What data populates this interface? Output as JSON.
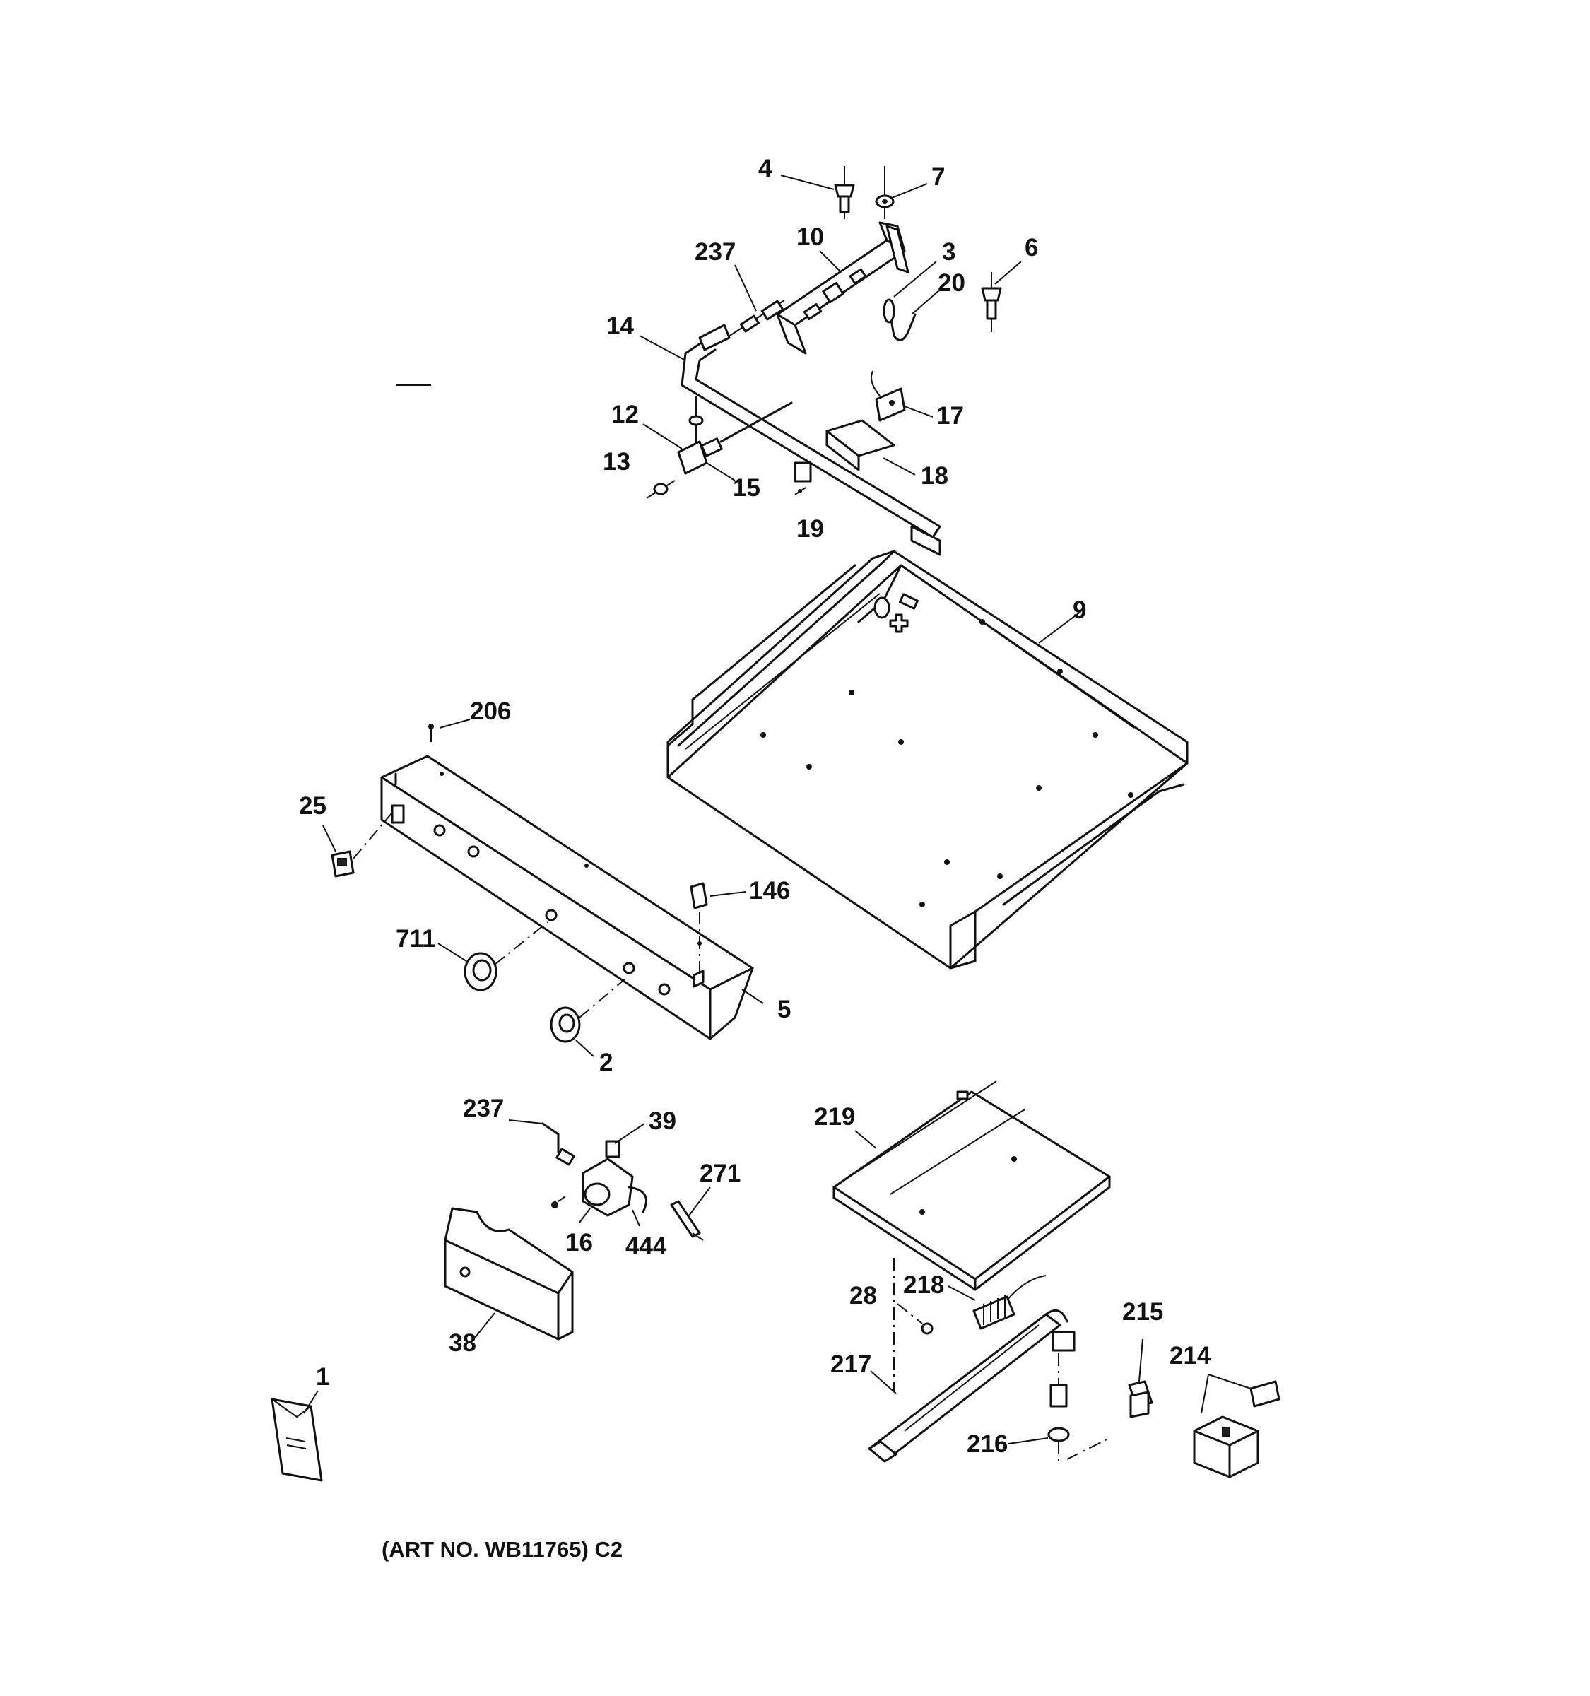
{
  "diagram": {
    "art_number": "(ART NO. WB11765) C2",
    "callouts": {
      "c1": "1",
      "c2": "2",
      "c3": "3",
      "c4": "4",
      "c5": "5",
      "c6": "6",
      "c7": "7",
      "c9": "9",
      "c10": "10",
      "c12": "12",
      "c13": "13",
      "c14": "14",
      "c15": "15",
      "c16": "16",
      "c17": "17",
      "c18": "18",
      "c19": "19",
      "c20": "20",
      "c25": "25",
      "c28": "28",
      "c38": "38",
      "c39": "39",
      "c146": "146",
      "c206": "206",
      "c214": "214",
      "c215": "215",
      "c216": "216",
      "c217": "217",
      "c218": "218",
      "c219": "219",
      "c237_top": "237",
      "c237_bottom": "237",
      "c271": "271",
      "c444": "444",
      "c711": "711"
    }
  }
}
